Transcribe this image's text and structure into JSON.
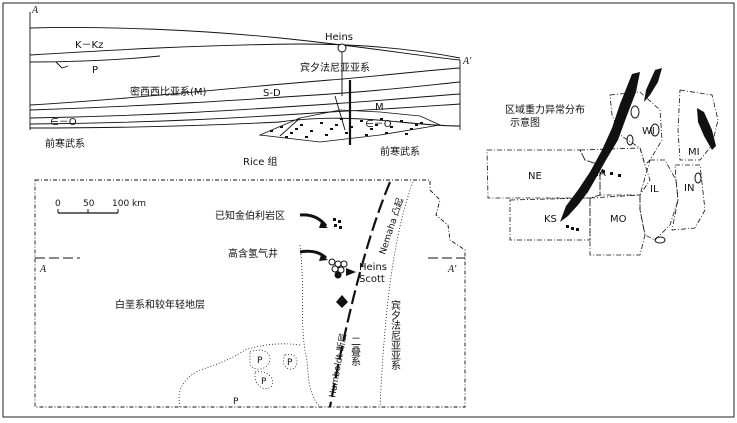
{
  "cross_section": {
    "label_A": "A",
    "label_A_prime": "A′",
    "label_kkz": "K－Kz",
    "label_p": "P",
    "label_heins": "Heins",
    "label_pennsylvanian": "宾夕法尼亚亚系",
    "label_mississippian": "密西西比亚系(M)",
    "label_sd": "S-D",
    "label_m": "M",
    "label_co_left": "∈－O",
    "label_co_right": "∈－O",
    "label_precambrian_left": "前寒武系",
    "label_precambrian_right": "前寒武系",
    "label_rice": "Rice 组"
  },
  "map": {
    "scale_0": "0",
    "scale_50": "50",
    "scale_100": "100 km",
    "known_kimberlite": "已知金伯利岩区",
    "hydrogen_wells": "高含氢气井",
    "heins": "Heins",
    "scott": "Scott",
    "nemaha": "Nemaha 凸起",
    "humboldt": "Humboldt 断层",
    "permian": "二叠系",
    "pennsylvanian": "宾夕法尼亚亚系",
    "cretaceous": "白垩系和较年轻地层",
    "label_A": "A",
    "label_A_prime": "A′",
    "p1": "P",
    "p2": "P",
    "p3": "P",
    "p4": "P"
  },
  "inset": {
    "title_line1": "区域重力异常分布",
    "title_line2": "示意图",
    "ne": "NE",
    "ia": "IA",
    "wi": "WI",
    "mi": "MI",
    "il": "IL",
    "in": "IN",
    "ks": "KS",
    "mo": "MO"
  }
}
